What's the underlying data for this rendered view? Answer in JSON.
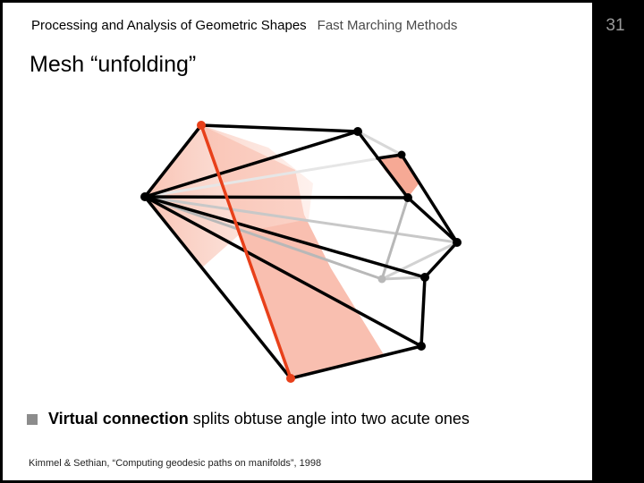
{
  "header": {
    "course": "Processing and Analysis of Geometric Shapes",
    "topic": "Fast Marching Methods"
  },
  "page_number": "31",
  "title": "Mesh “unfolding”",
  "bullet": {
    "bold_text": "Virtual connection",
    "rest_text": " splits obtuse angle into two acute ones"
  },
  "citation": "Kimmel & Sethian, “Computing geodesic paths on manifolds”, 1998",
  "colors": {
    "virtual_edge": "#e8401a",
    "unfolded_fill": "#f5a08a",
    "mesh_edge": "#000000",
    "unfolded_edge": "#c0c0c0"
  }
}
